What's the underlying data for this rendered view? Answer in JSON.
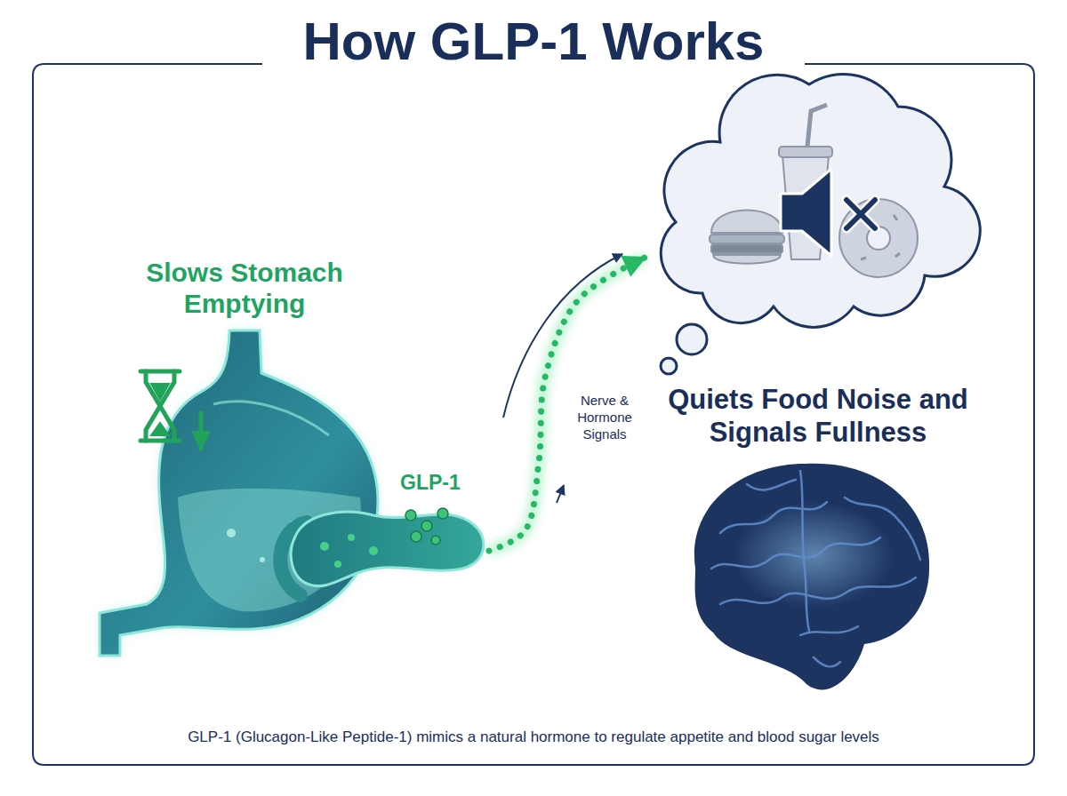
{
  "diagram": {
    "title": "How GLP-1 Works",
    "caption": "GLP-1 (Glucagon-Like Peptide-1) mimics a natural hormone to regulate appetite and blood sugar levels",
    "nodes": [
      {
        "text": [
          "Slows Stomach Emptying"
        ]
      },
      {
        "text": [
          "GLP-1"
        ]
      },
      {
        "text": [
          "Quiets Food Noise and Signals Fullness"
        ]
      }
    ],
    "edges": [
      {
        "from": 1,
        "to": 2,
        "label": "Nerve & Hormone Signals",
        "arrow": "to"
      }
    ]
  }
}
